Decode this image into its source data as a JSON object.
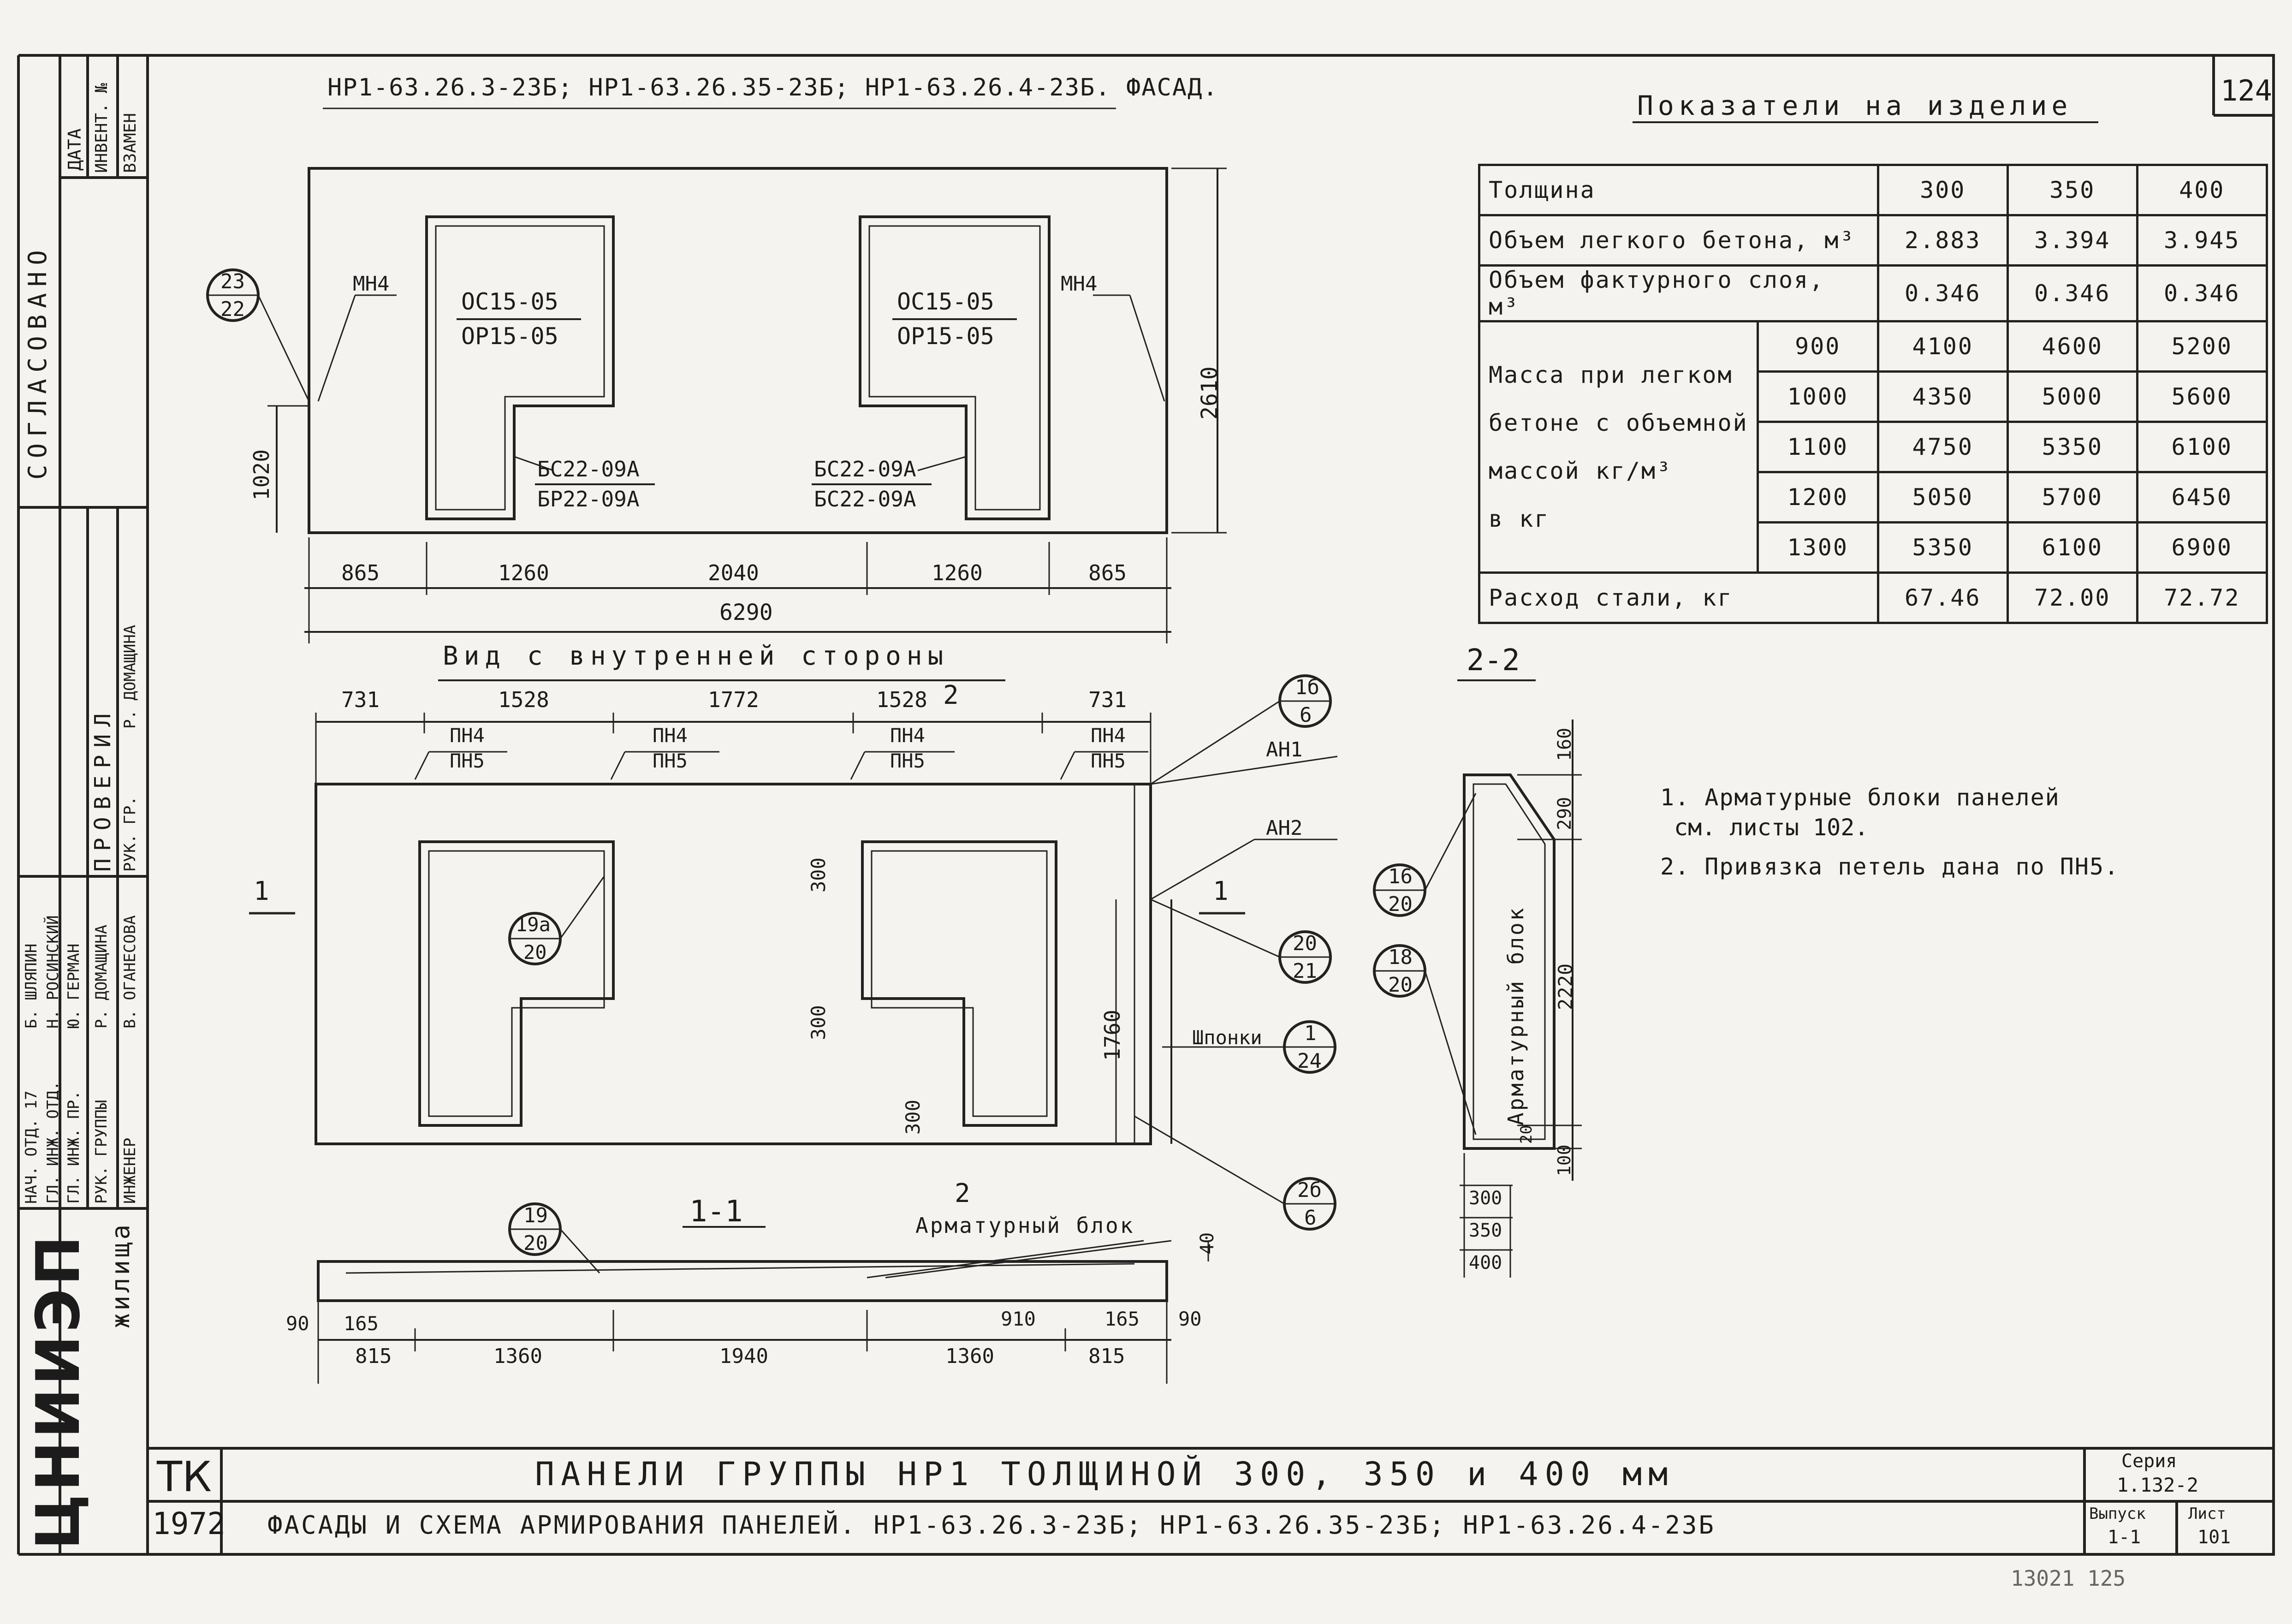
{
  "sheet": {
    "number": "124",
    "stamp": "ТК",
    "year": "1972",
    "org": "ЦНИИЭП",
    "org_suffix": "жилища",
    "main_title": "ПАНЕЛИ ГРУППЫ НР1 ТОЛЩИНОЙ 300, 350 и 400 мм",
    "sub_title": "ФАСАДЫ И СХЕМА АРМИРОВАНИЯ ПАНЕЛЕЙ. НР1-63.26.3-23Б; НР1-63.26.35-23Б; НР1-63.26.4-23Б",
    "series_label": "Серия",
    "series_value": "1.132-2",
    "issue_label": "Выпуск",
    "issue_value": "1-1",
    "sheet_label": "Лист",
    "sheet_value": "101",
    "bottom_note": "13021   125"
  },
  "sidebar": {
    "agreed": "СОГЛАСОВАНО",
    "date": "ДАТА",
    "inv": "ИНВЕНТ. №",
    "replace": "ВЗАМЕН",
    "checked": "ПРОВЕРИЛ",
    "roles": [
      "НАЧ. ОТД. 17",
      "ГЛ. ИНЖ. ОТД.",
      "ГЛ. ИНЖ. ПР.",
      "РУК. ГРУППЫ",
      "ИНЖЕНЕР"
    ],
    "names": [
      "Б. ШЛЯПИН",
      "Н. РОСИНСКИЙ",
      "Ю. ГЕРМАН",
      "Р. ДОМАЩИНА",
      "В. ОГАНЕСОВА"
    ],
    "checker_role": "РУК. ГР.",
    "checker_name": "Р. ДОМАЩИНА"
  },
  "facade": {
    "title": "НР1-63.26.3-23Б; НР1-63.26.35-23Б; НР1-63.26.4-23Б. ФАСАД.",
    "w1_top": "ОС15-05",
    "w1_bot": "ОР15-05",
    "w2_top": "ОС15-05",
    "w2_bot": "ОР15-05",
    "d1_top": "БС22-09А",
    "d1_bot": "БР22-09А",
    "d2_top": "БС22-09А",
    "d2_bot": "БС22-09А",
    "mark": "МН4",
    "callout_top": "23",
    "callout_bot": "22",
    "dims": [
      "865",
      "1260",
      "2040",
      "1260",
      "865"
    ],
    "total": "6290",
    "height": "2610",
    "sill": "1020"
  },
  "inner": {
    "title": "Вид с внутренней стороны",
    "dims": [
      "731",
      "1528",
      "1772",
      "1528",
      "731"
    ],
    "loop_top": "ПН4",
    "loop_bot": "ПН5",
    "an1": "АН1",
    "an2": "АН2",
    "c1_top": "1б",
    "c1_bot": "6",
    "c2_top": "20",
    "c2_bot": "21",
    "c3_top": "1",
    "c3_bot": "24",
    "c4_top": "2б",
    "c4_bot": "6",
    "c5_top": "19а",
    "c5_bot": "20",
    "keys": "Шпонки",
    "height": "1760",
    "d300": "300",
    "sec2": "2",
    "sec1": "1"
  },
  "section11": {
    "title": "1-1",
    "block": "Арматурный блок",
    "c_top": "19",
    "c_bot": "20",
    "dims": [
      "815",
      "1360",
      "1940",
      "1360",
      "815"
    ],
    "d90": "90",
    "d165": "165",
    "d910": "910",
    "d40": "40"
  },
  "section22": {
    "title": "2-2",
    "block": "Арматурный блок",
    "c1_top": "16",
    "c1_bot": "20",
    "c2_top": "18",
    "c2_bot": "20",
    "dims": [
      "160",
      "290",
      "2220",
      "20",
      "100"
    ],
    "thick": [
      "300",
      "350",
      "400"
    ]
  },
  "indicators": {
    "title": "Показатели на изделие",
    "thickness_label": "Толщина",
    "thickness": [
      "300",
      "350",
      "400"
    ],
    "vol_light_label": "Объем легкого бетона, м³",
    "vol_light": [
      "2.883",
      "3.394",
      "3.945"
    ],
    "vol_face_label": "Объем фактурного слоя, м³",
    "vol_face": [
      "0.346",
      "0.346",
      "0.346"
    ],
    "mass_label_lines": [
      "Масса при легком",
      "бетоне с объемной",
      "массой кг/м³",
      "в кг"
    ],
    "mass_rows": [
      {
        "density": "900",
        "values": [
          "4100",
          "4600",
          "5200"
        ]
      },
      {
        "density": "1000",
        "values": [
          "4350",
          "5000",
          "5600"
        ]
      },
      {
        "density": "1100",
        "values": [
          "4750",
          "5350",
          "6100"
        ]
      },
      {
        "density": "1200",
        "values": [
          "5050",
          "5700",
          "6450"
        ]
      },
      {
        "density": "1300",
        "values": [
          "5350",
          "6100",
          "6900"
        ]
      }
    ],
    "steel_label": "Расход стали, кг",
    "steel": [
      "67.46",
      "72.00",
      "72.72"
    ]
  },
  "notes": [
    "1. Арматурные блоки панелей",
    "см. листы 102.",
    "2. Привязка петель дана по ПН5."
  ]
}
